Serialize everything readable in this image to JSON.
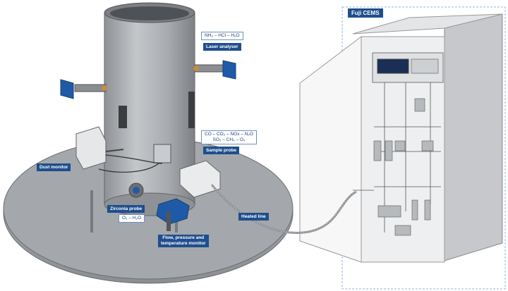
{
  "labels": {
    "laser_formula": "NH₃ – HCl – H₂O",
    "laser_analyser": "Laser analyser",
    "sample_formula_line1": "CO – CO₂ – NOx – N₂O",
    "sample_formula_line2": "SO₂ – CH₄ – O₂",
    "sample_probe": "Sample probe",
    "dust_monitor": "Dust monitor",
    "zirconia_probe": "Zirconia probe",
    "zirconia_formula": "O₂ – H₂O",
    "heated_line": "Heated line",
    "flow_monitor_line1": "Flow, pressure and",
    "flow_monitor_line2": "temperature monitor",
    "fuji_cems": "Fuji CEMS"
  },
  "colors": {
    "label_blue": "#1f4e8c",
    "stack_gray": "#a9acb0",
    "platform_gray": "#9c9fa3",
    "cabinet_gray": "#d8dadc",
    "dashed_frame": "#8fb3e0"
  }
}
